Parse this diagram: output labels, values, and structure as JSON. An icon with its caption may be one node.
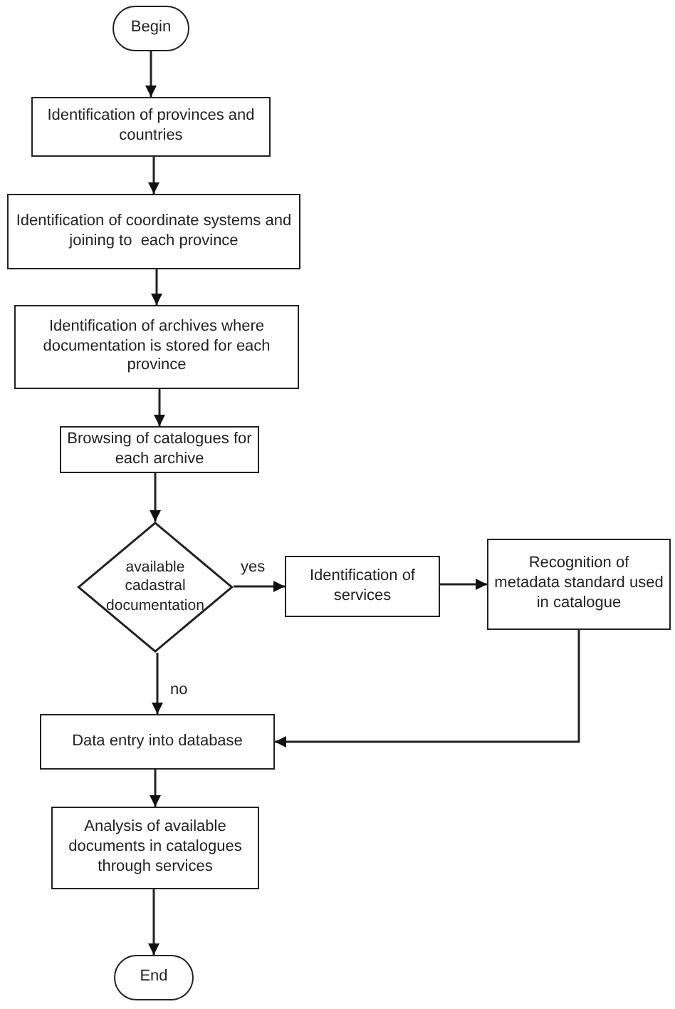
{
  "diagram": {
    "nodes": [
      {
        "text": [
          "Begin"
        ]
      },
      {
        "text": [
          "Identification of provinces and countries"
        ]
      },
      {
        "text": [
          "Identification of coordinate systems and joining to  each province"
        ]
      },
      {
        "text": [
          "Identification of archives where documentation is stored for each province"
        ]
      },
      {
        "text": [
          "Browsing of catalogues for each archive"
        ]
      },
      {
        "text": [
          "available cadastral documentation"
        ]
      },
      {
        "text": [
          "Identification of services"
        ]
      },
      {
        "text": [
          "Recognition of metadata standard used in catalogue"
        ]
      },
      {
        "text": [
          "Data entry into database"
        ]
      },
      {
        "text": [
          "Analysis of available documents in catalogues through services"
        ]
      },
      {
        "text": [
          "End"
        ]
      }
    ],
    "edges": [
      {
        "from": 0,
        "to": 1,
        "arrow": "to"
      },
      {
        "from": 1,
        "to": 2,
        "arrow": "to"
      },
      {
        "from": 2,
        "to": 3,
        "arrow": "to"
      },
      {
        "from": 3,
        "to": 4,
        "arrow": "to"
      },
      {
        "from": 4,
        "to": 5,
        "arrow": "to"
      },
      {
        "from": 5,
        "to": 6,
        "arrow": "to",
        "label": "yes"
      },
      {
        "from": 6,
        "to": 7,
        "arrow": "to"
      },
      {
        "from": 5,
        "to": 8,
        "arrow": "to",
        "label": "no"
      },
      {
        "from": 7,
        "to": 8,
        "arrow": "to"
      },
      {
        "from": 8,
        "to": 9,
        "arrow": "to"
      },
      {
        "from": 9,
        "to": 10,
        "arrow": "to"
      }
    ]
  }
}
